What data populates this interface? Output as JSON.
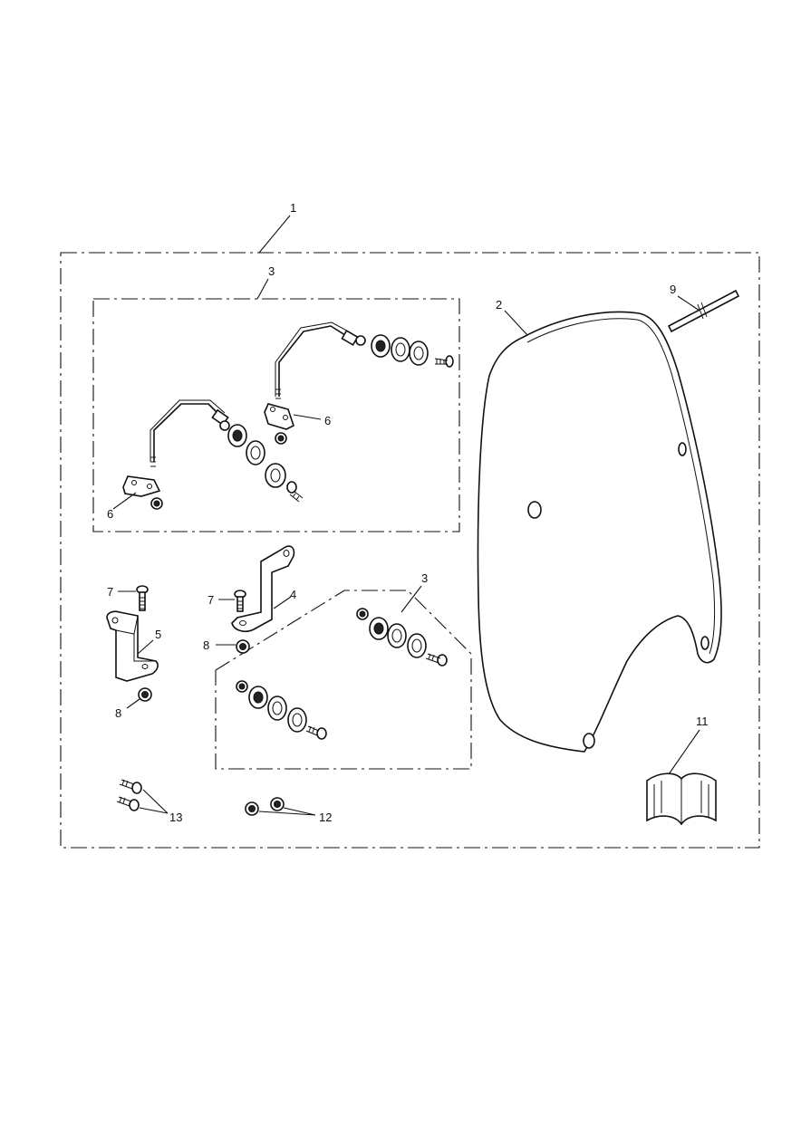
{
  "callouts": {
    "c1": "1",
    "c2": "2",
    "c3_upper": "3",
    "c3_lower": "3",
    "c4": "4",
    "c5": "5",
    "c6_right": "6",
    "c6_left": "6",
    "c7_left": "7",
    "c7_mid": "7",
    "c8_mid": "8",
    "c8_left": "8",
    "c9": "9",
    "c11": "11",
    "c12": "12",
    "c13": "13"
  },
  "colors": {
    "line": "#111111",
    "background": "#ffffff"
  },
  "icons": [
    "windscreen-icon",
    "mounting-bar-icon",
    "bracket-icon",
    "washer-icon",
    "screw-icon",
    "nut-icon",
    "manual-book-icon",
    "tape-strip-icon"
  ]
}
